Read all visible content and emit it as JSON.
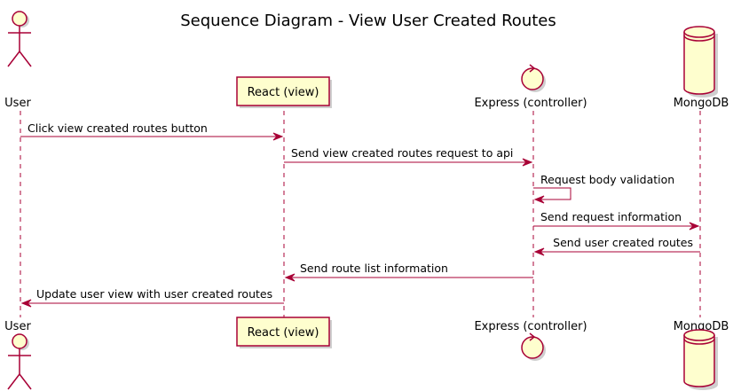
{
  "diagram": {
    "title": "Sequence Diagram - View User Created Routes",
    "participants": [
      {
        "id": "user",
        "label": "User",
        "kind": "actor"
      },
      {
        "id": "react",
        "label": "React (view)",
        "kind": "participant"
      },
      {
        "id": "express",
        "label": "Express (controller)",
        "kind": "control"
      },
      {
        "id": "mongo",
        "label": "MongoDB",
        "kind": "database"
      }
    ],
    "messages": [
      {
        "from": "user",
        "to": "react",
        "label": "Click view created routes button"
      },
      {
        "from": "react",
        "to": "express",
        "label": "Send view created routes request to api"
      },
      {
        "from": "express",
        "to": "express",
        "label": "Request body validation"
      },
      {
        "from": "express",
        "to": "mongo",
        "label": "Send request information"
      },
      {
        "from": "mongo",
        "to": "express",
        "label": "Send user created routes"
      },
      {
        "from": "express",
        "to": "react",
        "label": "Send route list information"
      },
      {
        "from": "react",
        "to": "user",
        "label": "Update user view with user created routes"
      }
    ],
    "colors": {
      "line": "#a80036",
      "fill": "#fefece",
      "shadow": "#cfcfcf"
    }
  }
}
